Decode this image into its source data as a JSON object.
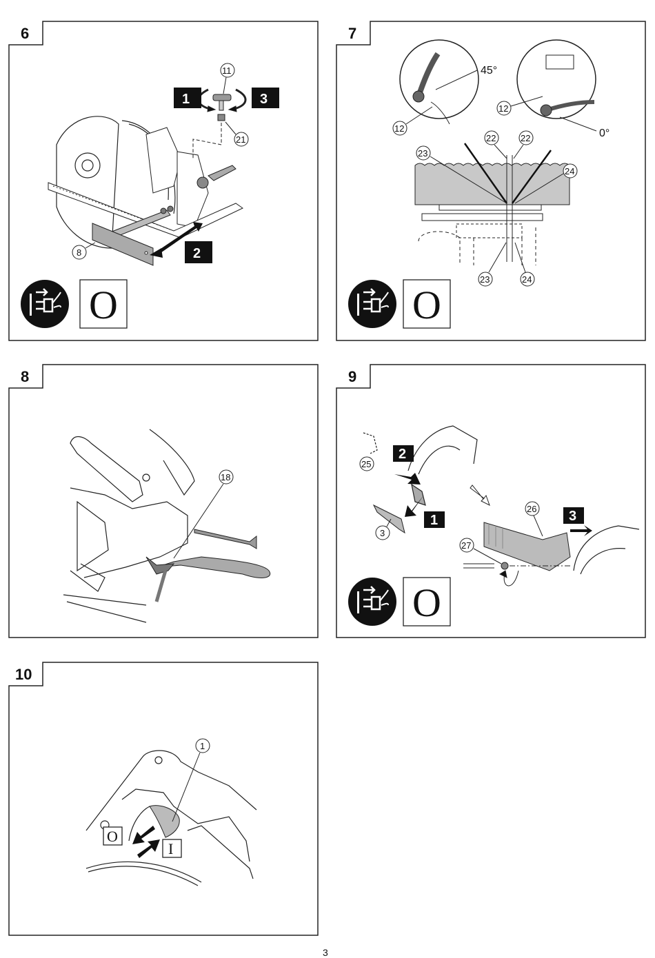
{
  "page": {
    "number": "3"
  },
  "figures": [
    {
      "number": "6",
      "callouts": [
        "11",
        "21",
        "8"
      ],
      "steps": [
        "1",
        "2",
        "3"
      ],
      "symbols": {
        "unplug_icon": "unplug-power-icon",
        "switch_state": "O"
      }
    },
    {
      "number": "7",
      "callouts": [
        "12",
        "12",
        "22",
        "22",
        "23",
        "24",
        "23",
        "24"
      ],
      "angles": [
        "45°",
        "0°"
      ],
      "symbols": {
        "unplug_icon": "unplug-power-icon",
        "switch_state": "O"
      }
    },
    {
      "number": "8",
      "callouts": [
        "18"
      ]
    },
    {
      "number": "9",
      "callouts": [
        "25",
        "3",
        "26",
        "27"
      ],
      "steps": [
        "2",
        "1",
        "3"
      ],
      "symbols": {
        "unplug_icon": "unplug-power-icon",
        "switch_state": "O"
      }
    },
    {
      "number": "10",
      "callouts": [
        "1"
      ],
      "switch_labels": {
        "off": "O",
        "on": "I"
      }
    }
  ]
}
